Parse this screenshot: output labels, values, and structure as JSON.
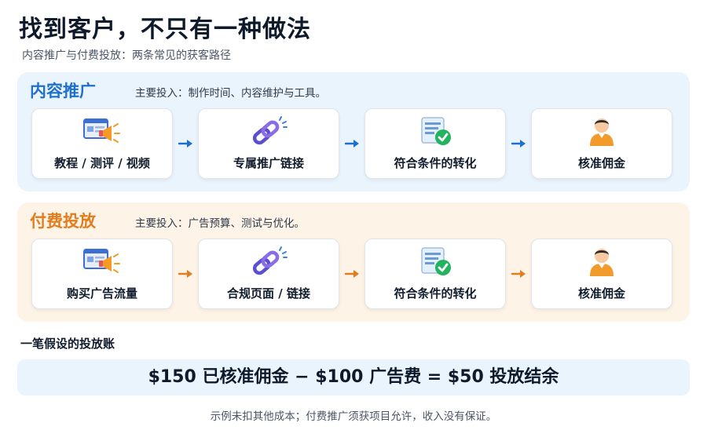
{
  "header": {
    "title": "找到客户，不只有一种做法",
    "subtitle": "内容推广与付费投放：两条常见的获客路径"
  },
  "colors": {
    "blue_accent": "#1f6fcf",
    "orange_accent": "#e07d1e",
    "blue_band": "#eaf4fd",
    "orange_band": "#fdf3e6",
    "check_green": "#22b35e"
  },
  "content_path": {
    "title": "内容推广",
    "description": "主要投入：制作时间、内容维护与工具。",
    "steps": [
      {
        "label": "教程 / 测评 / 视频",
        "icon": "megaphone-screen-icon"
      },
      {
        "label": "专属推广链接",
        "icon": "chain-link-icon"
      },
      {
        "label": "符合条件的转化",
        "icon": "document-check-icon"
      },
      {
        "label": "核准佣金",
        "icon": "person-icon"
      }
    ]
  },
  "paid_path": {
    "title": "付费投放",
    "description": "主要投入：广告预算、测试与优化。",
    "steps": [
      {
        "label": "购买广告流量",
        "icon": "megaphone-screen-icon"
      },
      {
        "label": "合规页面 / 链接",
        "icon": "chain-link-icon"
      },
      {
        "label": "符合条件的转化",
        "icon": "document-check-icon"
      },
      {
        "label": "核准佣金",
        "icon": "person-icon"
      }
    ]
  },
  "ledger": {
    "label": "一笔假设的投放账",
    "equation": "$150 已核准佣金 − $100 广告费 = $50 投放结余"
  },
  "footnote": "示例未扣其他成本；付费推广须获项目允许，收入没有保证。"
}
